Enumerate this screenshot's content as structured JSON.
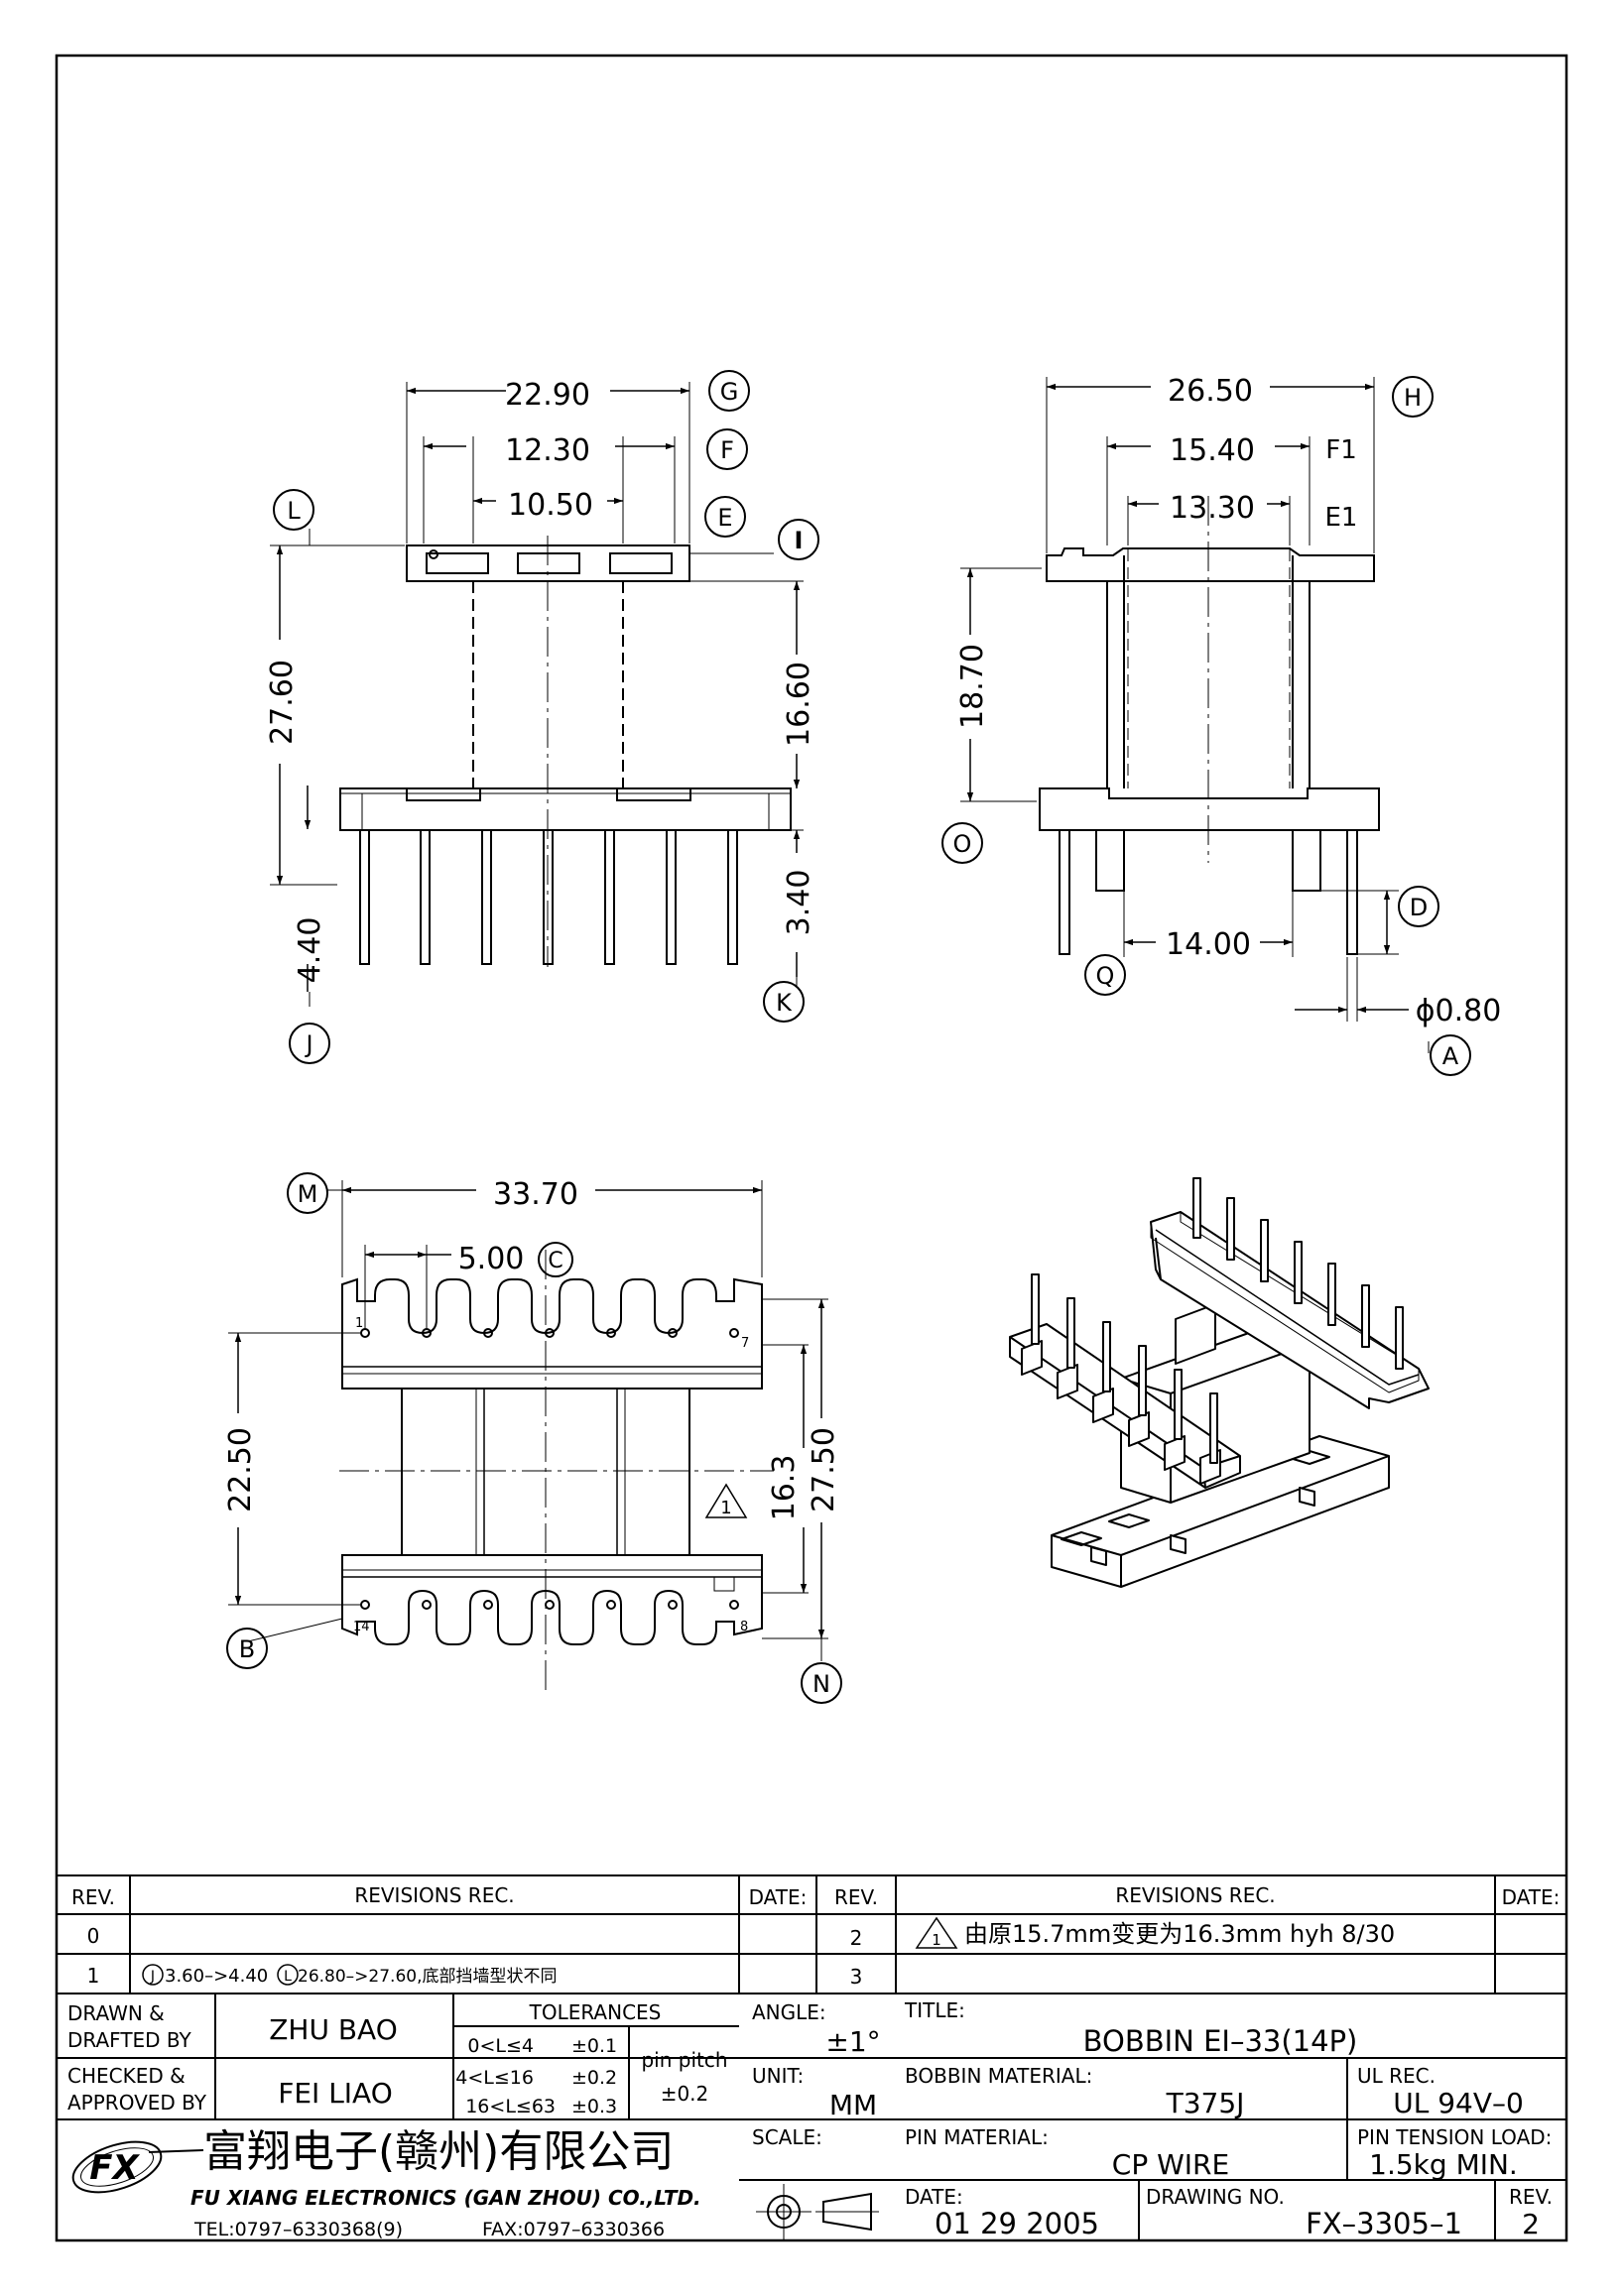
{
  "views": {
    "front": {
      "dims": {
        "width_top": "22.90",
        "width_mid": "12.30",
        "width_inner": "10.50",
        "height_left": "27.60",
        "height_right": "16.60",
        "pin_len_left": "4.40",
        "pin_len_right": "3.40"
      },
      "callouts": {
        "g": "G",
        "f": "F",
        "e": "E",
        "l": "L",
        "i": "I",
        "j": "J",
        "k": "K"
      }
    },
    "side": {
      "dims": {
        "width_top": "26.50",
        "width_mid": "15.40",
        "width_inner": "13.30",
        "height": "18.70",
        "pin_span": "14.00",
        "pin_dia": "ϕ0.80"
      },
      "callouts": {
        "h": "H",
        "f1": "F1",
        "e1": "E1",
        "o": "O",
        "d": "D",
        "q": "Q",
        "a": "A"
      }
    },
    "bottom": {
      "dims": {
        "width": "33.70",
        "pitch": "5.00",
        "height_left": "22.50",
        "height_inner": "16.3",
        "height_right": "27.50"
      },
      "callouts": {
        "m": "M",
        "c": "C",
        "b": "B",
        "n": "N"
      },
      "pin_labels": {
        "first": "1",
        "seventh": "7",
        "eighth": "8",
        "last": "14"
      },
      "rev_mark": "1"
    }
  },
  "revisions": {
    "headers": {
      "rev": "REV.",
      "rec": "REVISIONS   REC.",
      "date": "DATE:"
    },
    "left": [
      {
        "rev": "0",
        "text": "",
        "date": ""
      },
      {
        "rev": "1",
        "callout1": "J",
        "text1": "3.60–>4.40",
        "callout2": "L",
        "text2": " 26.80–>27.60,底部挡墙型状不同",
        "date": ""
      }
    ],
    "right": [
      {
        "rev": "2",
        "mark": "1",
        "text": "由原15.7mm变更为16.3mm     hyh  8/30",
        "date": ""
      },
      {
        "rev": "3",
        "text": "",
        "date": ""
      }
    ]
  },
  "title_block": {
    "drawn_label_1": "DRAWN &",
    "drawn_label_2": "DRAFTED BY",
    "drawn_by": "ZHU  BAO",
    "checked_label_1": "CHECKED &",
    "checked_label_2": "APPROVED BY",
    "checked_by": "FEI  LIAO",
    "tolerances_label": "TOLERANCES",
    "tolerances": [
      {
        "range": "0<L≤4",
        "value": "±0.1"
      },
      {
        "range": "4<L≤16",
        "value": "±0.2"
      },
      {
        "range": "16<L≤63",
        "value": "±0.3"
      }
    ],
    "pin_pitch_label": "pin  pitch",
    "pin_pitch_value": "±0.2",
    "angle_label": "ANGLE:",
    "angle_value": "±1°",
    "unit_label": "UNIT:",
    "unit_value": "MM",
    "scale_label": "SCALE:",
    "title_label": "TITLE:",
    "title_value": "BOBBIN  EI–33(14P)",
    "bobbin_material_label": "BOBBIN  MATERIAL:",
    "bobbin_material_value": "T375J",
    "ul_rec_label": "UL  REC.",
    "ul_rec_value": "UL  94V–0",
    "pin_material_label": "PIN  MATERIAL:",
    "pin_material_value": "CP  WIRE",
    "pin_tension_label": "PIN  TENSION  LOAD:",
    "pin_tension_value": "1.5kg  MIN.",
    "date_label": "DATE:",
    "date_value": "01   29   2005",
    "drawing_no_label": "DRAWING  NO.",
    "drawing_no_value": "FX–3305–1",
    "rev_label": "REV.",
    "rev_value": "2"
  },
  "company": {
    "logo_text": "FX",
    "name_cn": "富翔电子(赣州)有限公司",
    "name_en": "FU  XIANG  ELECTRONICS  (GAN  ZHOU)  CO.,LTD.",
    "tel": "TEL:0797–6330368(9)",
    "fax": "FAX:0797–6330366"
  }
}
